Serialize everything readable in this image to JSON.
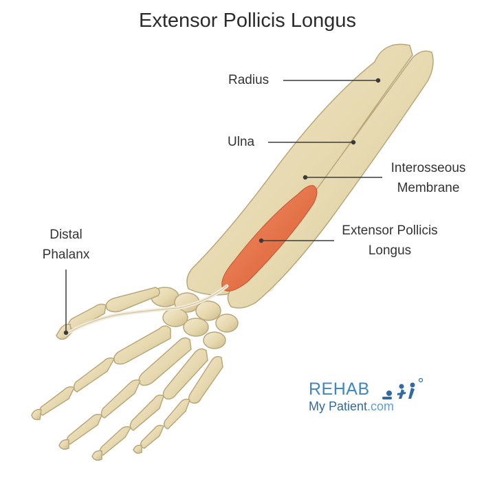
{
  "title": "Extensor Pollicis Longus",
  "labels": {
    "radius": "Radius",
    "ulna": "Ulna",
    "interosseous_1": "Interosseous",
    "interosseous_2": "Membrane",
    "epl_1": "Extensor Pollicis",
    "epl_2": "Longus",
    "distal_1": "Distal",
    "distal_2": "Phalanx"
  },
  "logo": {
    "line1": "REHAB",
    "line2_a": "My Patient",
    "line2_b": ".com"
  },
  "colors": {
    "bone": "#e8dcb4",
    "bone_edge": "#b9a77a",
    "muscle": "#e8744e",
    "tendon": "#efe6cf",
    "leader": "#3a3a3a",
    "logo_blue": "#3f86c6"
  }
}
